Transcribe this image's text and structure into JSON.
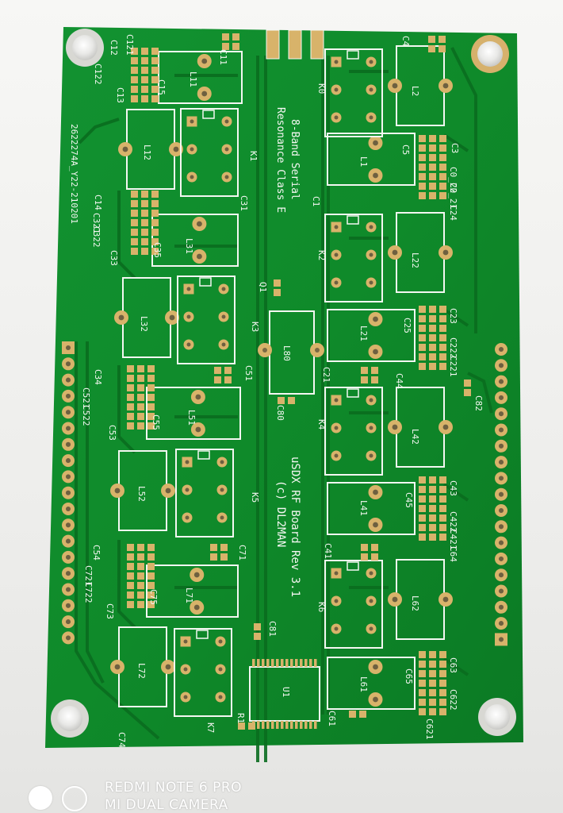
{
  "photo": {
    "subject": "PCB",
    "board_color": "#0f8a2a",
    "silkscreen_color": "#f4f7f2",
    "pad_color": "#d8b36a",
    "background_color": "#f1f1ef"
  },
  "board": {
    "title_lines": [
      "8-Band Serial",
      "Resonance Class E"
    ],
    "bottom_lines": [
      "uSDX RF Board Rev 3.1",
      "(c) DL2MAN"
    ],
    "order_code": "2622274A_Y22-210201",
    "relay_labels": [
      "K0",
      "K1",
      "K2",
      "K3",
      "K4",
      "K5",
      "K6",
      "K7"
    ],
    "inductor_labels": [
      "L1",
      "L2",
      "L11",
      "L12",
      "L21",
      "L22",
      "L31",
      "L32",
      "L41",
      "L42",
      "L51",
      "L52",
      "L61",
      "L62",
      "L71",
      "L72",
      "L80"
    ],
    "capacitor_labels": [
      "C1",
      "C3",
      "C4",
      "C5",
      "C0_22",
      "C0_21",
      "C24",
      "C11",
      "C12",
      "C121",
      "C122",
      "C13",
      "C14",
      "C15",
      "C21",
      "C23",
      "C25",
      "C221",
      "C222",
      "C31",
      "C321",
      "C322",
      "C33",
      "C34",
      "C35",
      "C41",
      "C43",
      "C44",
      "C45",
      "C421",
      "C422",
      "C51",
      "C521",
      "C522",
      "C53",
      "C54",
      "C55",
      "C61",
      "C63",
      "C64",
      "C65",
      "C621",
      "C622",
      "C71",
      "C721",
      "C722",
      "C73",
      "C74",
      "C75",
      "C80",
      "C81",
      "C82"
    ],
    "other_labels": [
      "Q1",
      "U1",
      "R1"
    ]
  },
  "watermark": {
    "line1": "REDMI NOTE 6 PRO",
    "line2": "MI DUAL CAMERA"
  }
}
